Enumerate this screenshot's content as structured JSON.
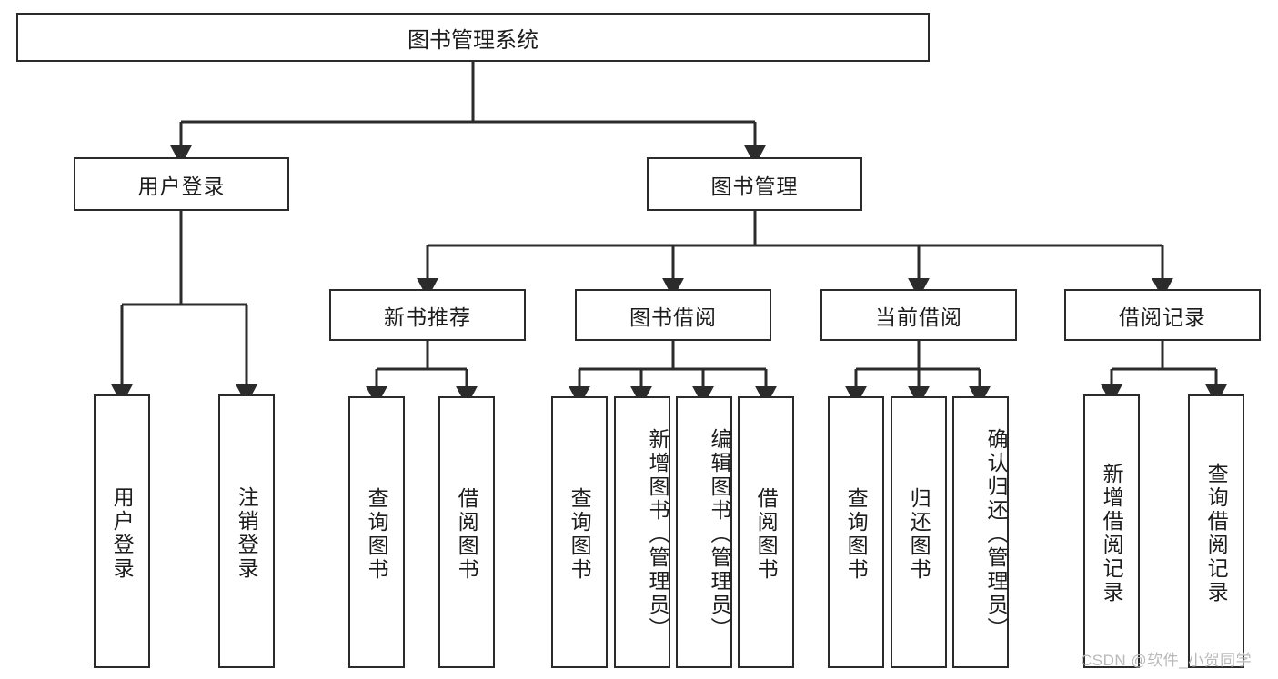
{
  "diagram": {
    "type": "tree",
    "title": "图书管理系统",
    "root": {
      "label": "图书管理系统"
    },
    "level2": [
      {
        "label": "用户登录"
      },
      {
        "label": "图书管理"
      }
    ],
    "level3": [
      {
        "label": "新书推荐"
      },
      {
        "label": "图书借阅"
      },
      {
        "label": "当前借阅"
      },
      {
        "label": "借阅记录"
      }
    ],
    "leaves": {
      "user_login": [
        {
          "label": "用户登录"
        },
        {
          "label": "注销登录"
        }
      ],
      "new_book_recommend": [
        {
          "label": "查询图书"
        },
        {
          "label": "借阅图书"
        }
      ],
      "book_borrow": [
        {
          "label": "查询图书"
        },
        {
          "label": "新增图书（管理员）"
        },
        {
          "label": "编辑图书（管理员）"
        },
        {
          "label": "借阅图书"
        }
      ],
      "current_borrow": [
        {
          "label": "查询图书"
        },
        {
          "label": "归还图书"
        },
        {
          "label": "确认归还（管理员）"
        }
      ],
      "borrow_records": [
        {
          "label": "新增借阅记录"
        },
        {
          "label": "查询借阅记录"
        }
      ]
    }
  },
  "watermark": {
    "text": "CSDN @软件_小贺同学"
  },
  "colors": {
    "stroke": "#2b2b2b",
    "background": "#ffffff",
    "text": "#1c1c1c",
    "watermark": "#b9b9b9"
  }
}
